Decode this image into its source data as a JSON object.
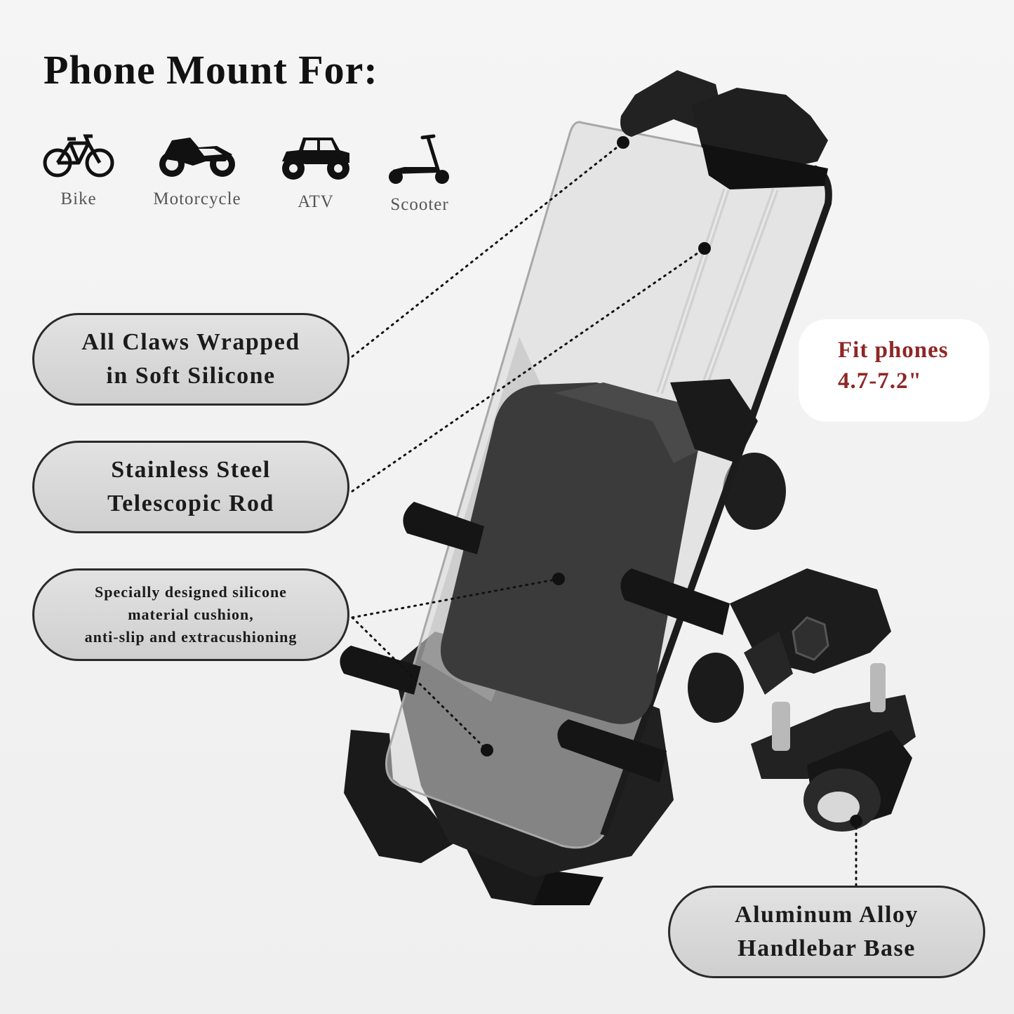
{
  "title": "Phone Mount For:",
  "vehicles": [
    {
      "label": "Bike",
      "icon": "bike-icon"
    },
    {
      "label": "Motorcycle",
      "icon": "motorcycle-icon"
    },
    {
      "label": "ATV",
      "icon": "atv-icon"
    },
    {
      "label": "Scooter",
      "icon": "scooter-icon"
    }
  ],
  "features": {
    "claws": {
      "line1": "All Claws Wrapped",
      "line2": "in Soft Silicone"
    },
    "rod": {
      "line1": "Stainless Steel",
      "line2": "Telescopic Rod"
    },
    "cushion": {
      "line1": "Specially designed silicone",
      "line2": "material cushion,",
      "line3": "anti-slip and extracushioning"
    },
    "base": {
      "line1": "Aluminum Alloy",
      "line2": "Handlebar Base"
    }
  },
  "fit": {
    "line1": "Fit phones",
    "line2": "4.7-7.2\""
  },
  "colors": {
    "background": "#f3f3f3",
    "fit_text": "#8e2626",
    "pill_fill": "#d8d8d8",
    "pill_border": "#2a2a2a"
  }
}
